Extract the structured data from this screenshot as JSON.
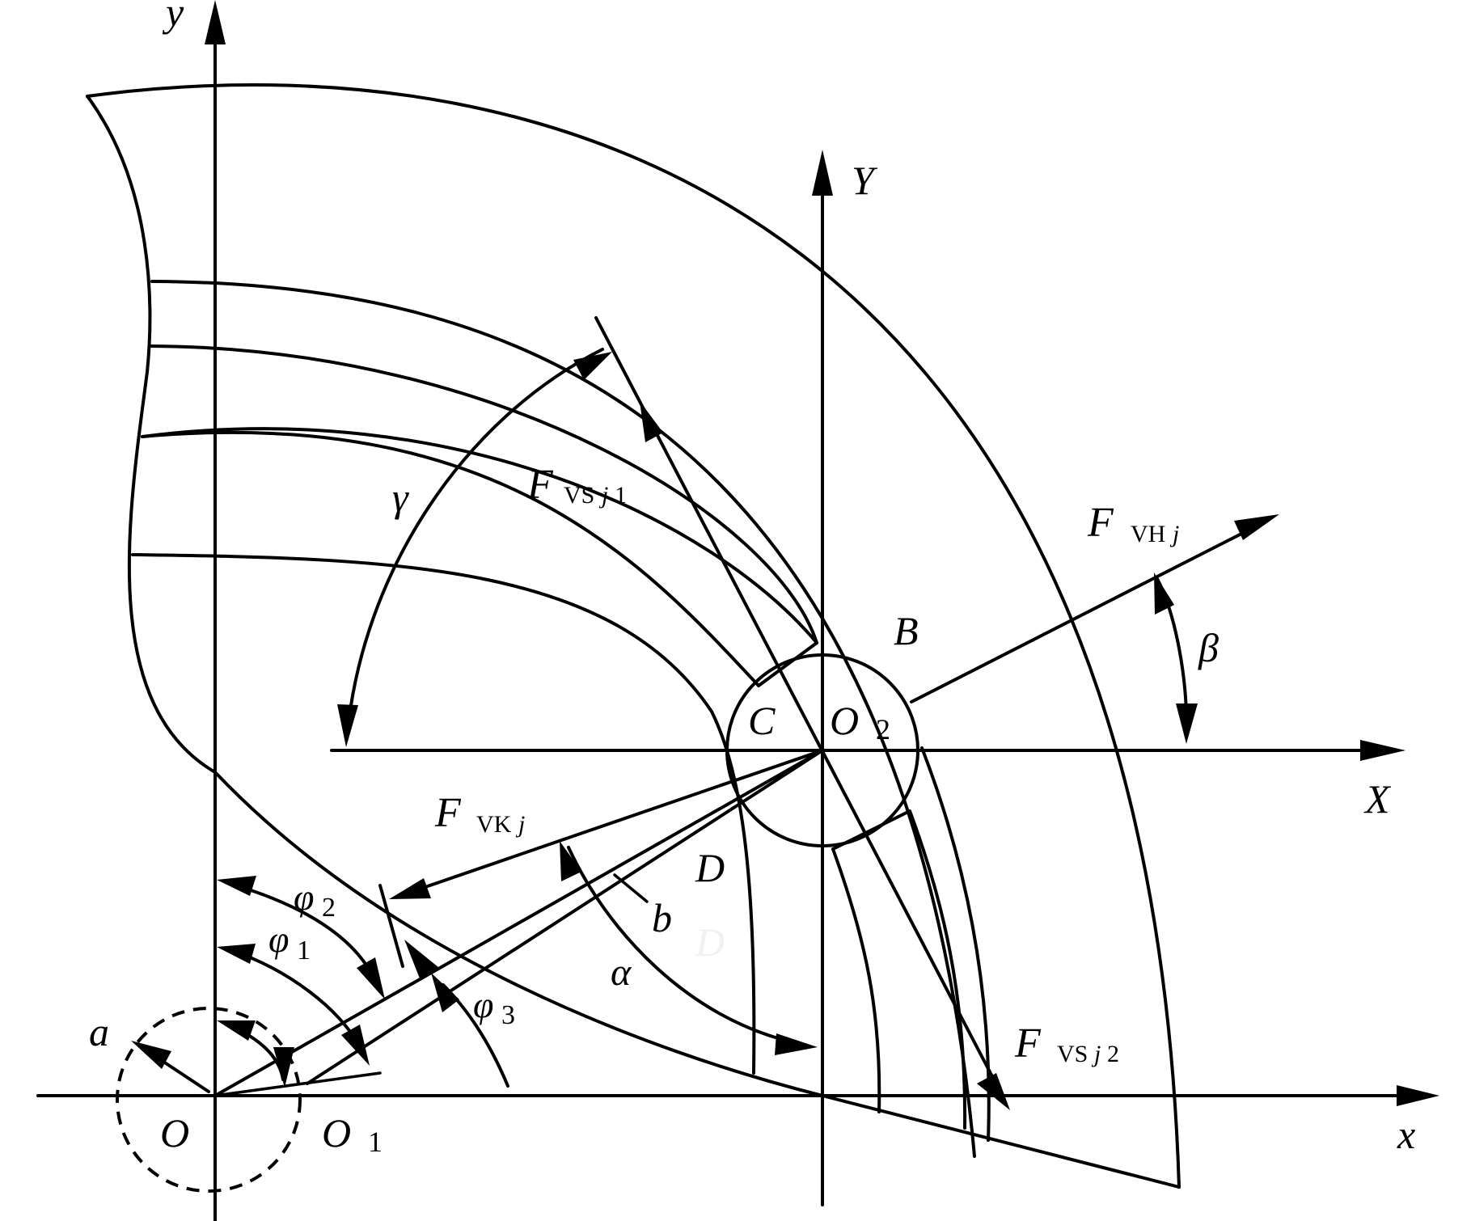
{
  "labels": {
    "y_axis": "y",
    "x_axis": "x",
    "Y_axis": "Y",
    "X_axis": "X",
    "O": "O",
    "O1": {
      "main": "O",
      "sub": "1"
    },
    "O2": {
      "main": "O",
      "sub": "2"
    },
    "a": "a",
    "b": "b",
    "B": "B",
    "C": "C",
    "D": "D",
    "D_faint": "D",
    "alpha": "α",
    "beta": "β",
    "gamma": "γ",
    "phi1": {
      "main": "φ",
      "sub": "1"
    },
    "phi2": {
      "main": "φ",
      "sub": "2"
    },
    "phi3": {
      "main": "φ",
      "sub": "3"
    },
    "F_VSj1": {
      "main": "F",
      "sub1": "VS",
      "sub2": "j",
      "sub3": "1"
    },
    "F_VHj": {
      "main": "F",
      "sub1": "VH",
      "sub2": "j"
    },
    "F_VKj": {
      "main": "F",
      "sub1": "VK",
      "sub2": "j"
    },
    "F_VSj2": {
      "main": "F",
      "sub1": "VS",
      "sub2": "j",
      "sub3": "2"
    }
  },
  "colors": {
    "ink": "#000000",
    "paper": "#ffffff"
  }
}
